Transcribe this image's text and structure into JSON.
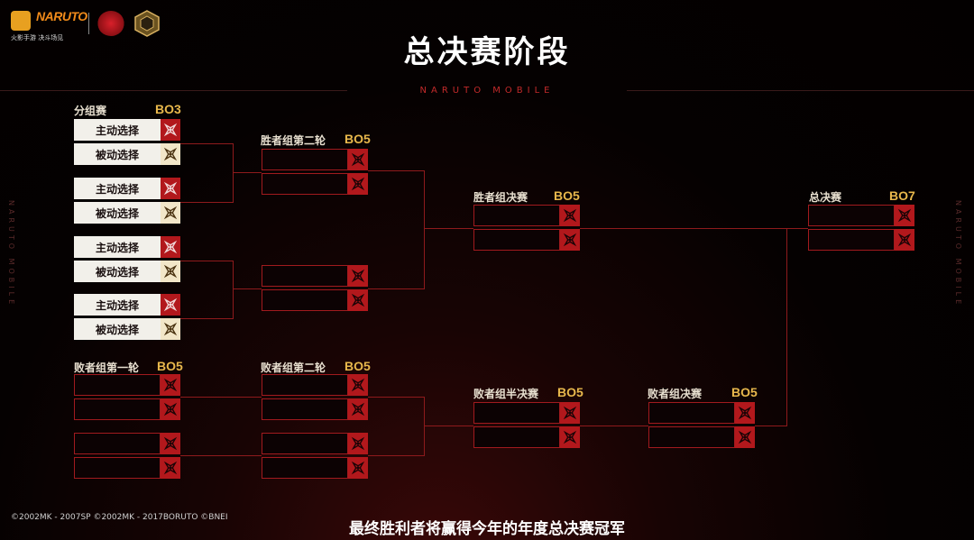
{
  "header": {
    "logo_naruto": "NARUTO",
    "logo_sub": "火影手游  决斗场见",
    "title": "总决赛阶段",
    "subtitle": "NARUTO MOBILE"
  },
  "side_text": "NARUTO MOBILE",
  "bracket": {
    "group_stage": {
      "label": "分组赛",
      "bo": "BO3",
      "slots": [
        "主动选择",
        "被动选择",
        "主动选择",
        "被动选择",
        "主动选择",
        "被动选择",
        "主动选择",
        "被动选择"
      ]
    },
    "winners_r2": {
      "label": "胜者组第二轮",
      "bo": "BO5"
    },
    "winners_final": {
      "label": "胜者组决赛",
      "bo": "BO5"
    },
    "grand_final": {
      "label": "总决赛",
      "bo": "BO7"
    },
    "losers_r1": {
      "label": "败者组第一轮",
      "bo": "BO5"
    },
    "losers_r2": {
      "label": "败者组第二轮",
      "bo": "BO5"
    },
    "losers_semi": {
      "label": "败者组半决赛",
      "bo": "BO5"
    },
    "losers_final": {
      "label": "败者组决赛",
      "bo": "BO5"
    }
  },
  "footer": {
    "copyright": "©2002MK - 2007SP ©2002MK - 2017BORUTO ©BNEI",
    "caption": "最终胜利者将赢得今年的年度总决赛冠军"
  },
  "colors": {
    "accent_red": "#b2181c",
    "gold": "#e8b84c",
    "line": "#8e1a1c"
  }
}
